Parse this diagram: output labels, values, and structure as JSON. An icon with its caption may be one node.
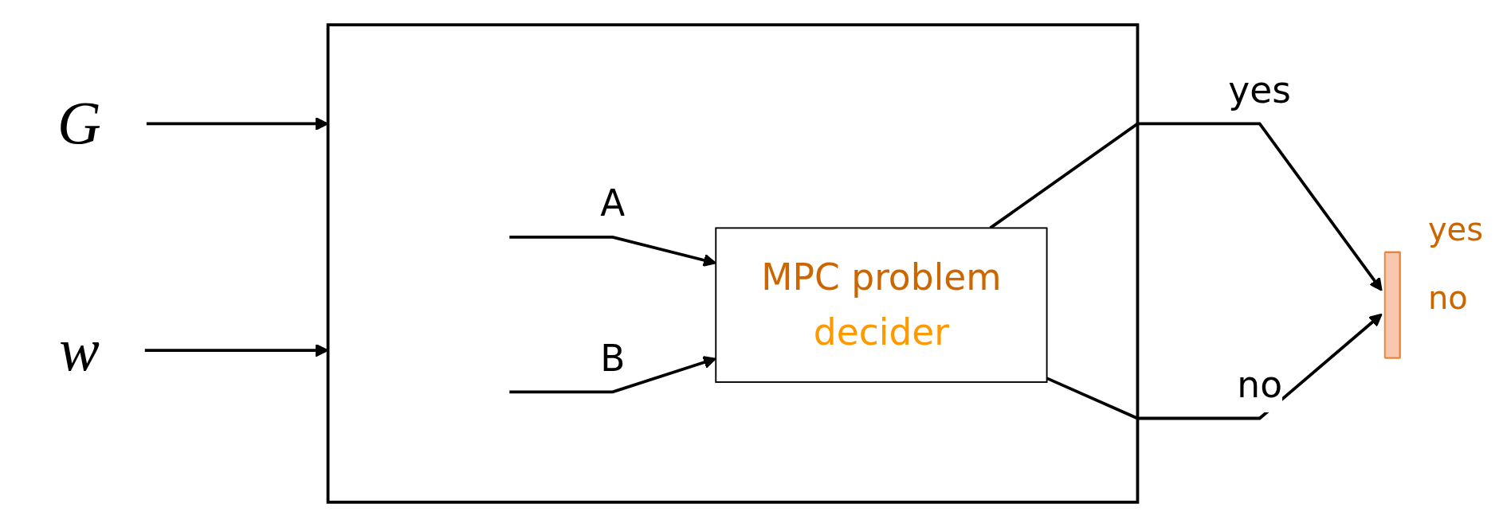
{
  "diagram": {
    "nodes": [
      {
        "text": [
          "G"
        ]
      },
      {
        "text": [
          "w"
        ]
      },
      {
        "text": [],
        "shape": "box"
      },
      {
        "text": [
          "MPC problem",
          "decider"
        ],
        "in": 2
      },
      {
        "text": [],
        "shape": "bar"
      }
    ],
    "edges": [
      {
        "from": 0,
        "to": 2,
        "arrow": "to"
      },
      {
        "from": 1,
        "to": 2,
        "arrow": "to"
      },
      {
        "from": null,
        "to": 3,
        "label": "A",
        "arrow": "to"
      },
      {
        "from": null,
        "to": 3,
        "label": "B",
        "arrow": "to"
      },
      {
        "from": 3,
        "to": 4,
        "label": "yes",
        "arrow": "to"
      },
      {
        "from": 3,
        "to": 4,
        "label": "no",
        "arrow": "to"
      }
    ],
    "labels": [
      "yes",
      "no"
    ]
  }
}
